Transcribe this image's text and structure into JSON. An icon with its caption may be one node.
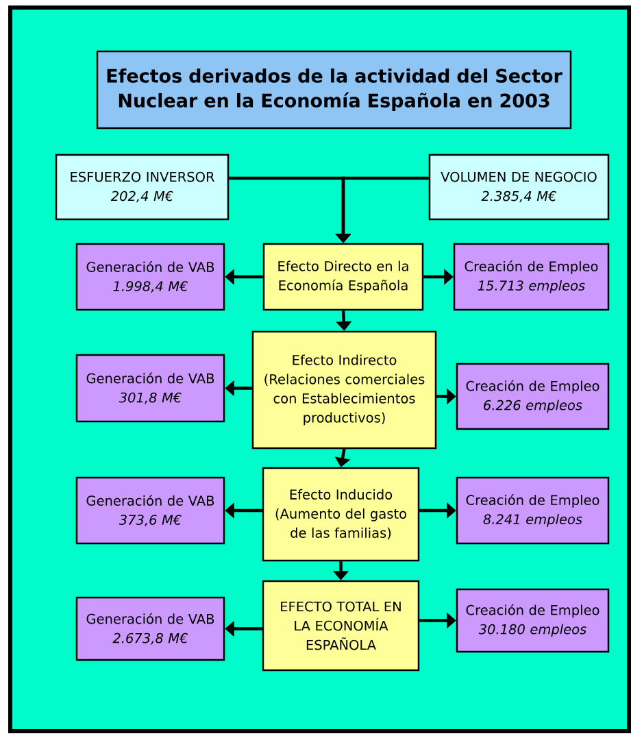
{
  "diagram": {
    "title": "Efectos derivados de la actividad del Sector Nuclear en la Economía Española en 2003",
    "nodes": [
      {
        "text": [
          "ESFUERZO INVERSOR",
          "202,4 M€"
        ]
      },
      {
        "text": [
          "VOLUMEN DE NEGOCIO",
          "2.385,4 M€"
        ]
      },
      {
        "text": [
          "Generación de VAB",
          "1.998,4 M€"
        ]
      },
      {
        "text": [
          "Efecto Directo en la Economía Española"
        ]
      },
      {
        "text": [
          "Creación de Empleo",
          "15.713 empleos"
        ]
      },
      {
        "text": [
          "Generación de VAB",
          "301,8 M€"
        ]
      },
      {
        "text": [
          "Efecto Indirecto",
          "(Relaciones comerciales con Establecimientos productivos)"
        ]
      },
      {
        "text": [
          "Creación de Empleo",
          "6.226 empleos"
        ]
      },
      {
        "text": [
          "Generación de VAB",
          "373,6 M€"
        ]
      },
      {
        "text": [
          "Efecto Inducido",
          "(Aumento del gasto de las familias)"
        ]
      },
      {
        "text": [
          "Creación de Empleo",
          "8.241 empleos"
        ]
      },
      {
        "text": [
          "Generación de VAB",
          "2.673,8 M€"
        ]
      },
      {
        "text": [
          "EFECTO TOTAL EN LA ECONOMÍA ESPAÑOLA"
        ]
      },
      {
        "text": [
          "Creación de Empleo",
          "30.180 empleos"
        ]
      }
    ],
    "edges": [
      {
        "from": 0,
        "to": 3,
        "arrow": "to"
      },
      {
        "from": 1,
        "to": 3,
        "arrow": "to"
      },
      {
        "from": 3,
        "to": 2,
        "arrow": "to"
      },
      {
        "from": 3,
        "to": 4,
        "arrow": "to"
      },
      {
        "from": 3,
        "to": 6,
        "arrow": "to"
      },
      {
        "from": 6,
        "to": 5,
        "arrow": "to"
      },
      {
        "from": 6,
        "to": 7,
        "arrow": "to"
      },
      {
        "from": 6,
        "to": 9,
        "arrow": "to"
      },
      {
        "from": 9,
        "to": 8,
        "arrow": "to"
      },
      {
        "from": 9,
        "to": 10,
        "arrow": "to"
      },
      {
        "from": 9,
        "to": 12,
        "arrow": "to"
      },
      {
        "from": 12,
        "to": 11,
        "arrow": "to"
      },
      {
        "from": 12,
        "to": 13,
        "arrow": "to"
      }
    ]
  }
}
